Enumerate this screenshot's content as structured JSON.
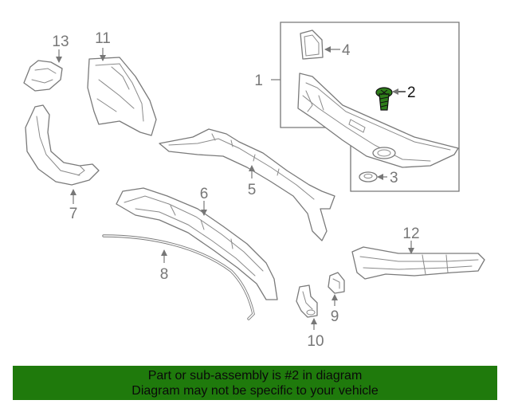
{
  "callouts": {
    "c1": "1",
    "c2": "2",
    "c3": "3",
    "c4": "4",
    "c5": "5",
    "c6": "6",
    "c7": "7",
    "c8": "8",
    "c9": "9",
    "c10": "10",
    "c11": "11",
    "c12": "12",
    "c13": "13"
  },
  "highlight": {
    "part": "2",
    "color": "#2e7d1a"
  },
  "banner": {
    "line1": "Part or sub-assembly is #2 in diagram",
    "line2": "Diagram may not be specific to your vehicle",
    "background": "#1f7a0c"
  }
}
